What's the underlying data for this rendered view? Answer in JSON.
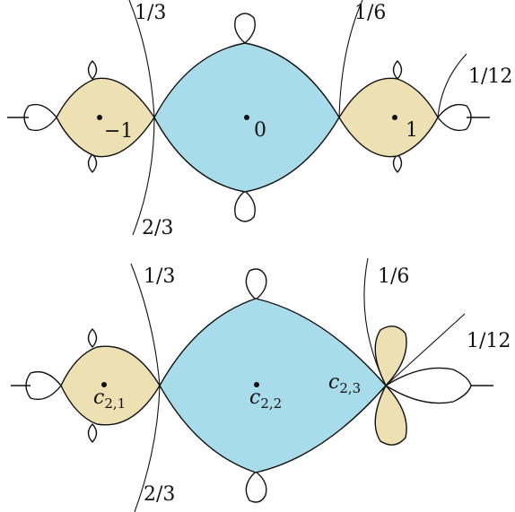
{
  "colors": {
    "main_basin": "#a8dcea",
    "side_basin": "#ede1b4",
    "ink": "#111111"
  },
  "top_panel": {
    "ray_labels": [
      "1/3",
      "1/6",
      "1/12",
      "2/3"
    ],
    "point_labels": [
      "−1",
      "0",
      "1"
    ]
  },
  "bottom_panel": {
    "ray_labels": [
      "1/3",
      "1/6",
      "1/12",
      "2/3"
    ],
    "point_labels": [
      {
        "base": "c",
        "sub": "2,1"
      },
      {
        "base": "c",
        "sub": "2,2"
      },
      {
        "base": "c",
        "sub": "2,3"
      }
    ]
  }
}
